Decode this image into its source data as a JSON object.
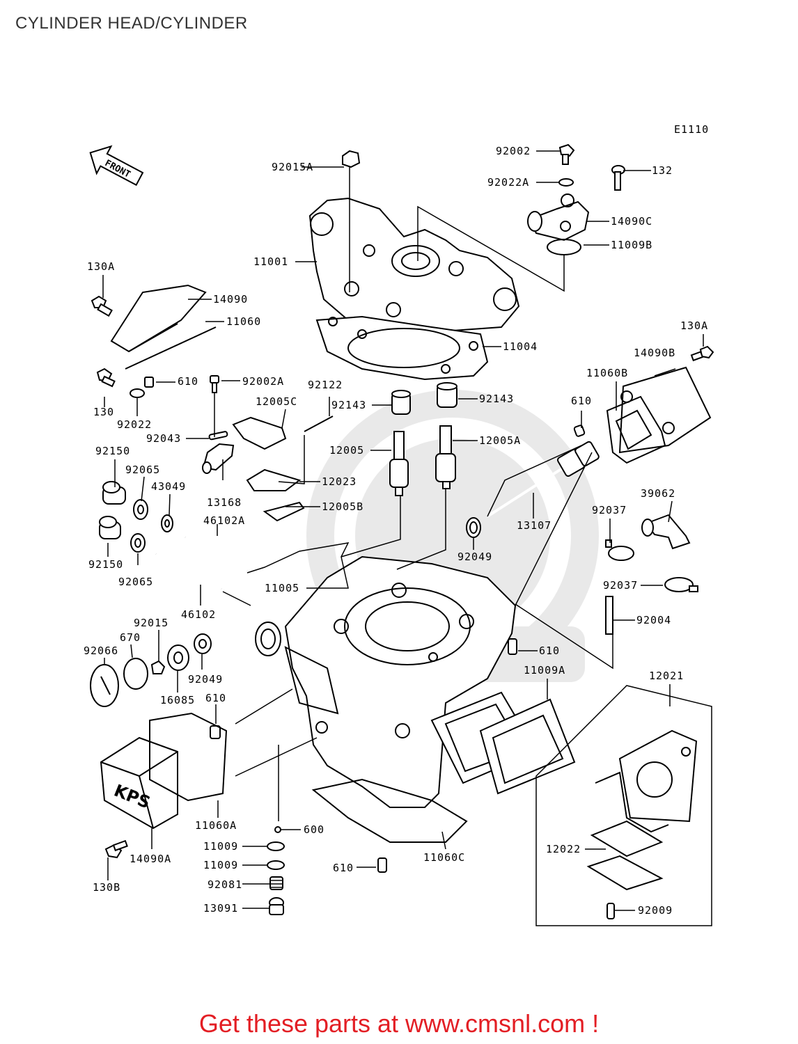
{
  "page": {
    "title": "CYLINDER HEAD/CYLINDER",
    "footer": "Get these parts at www.cmsnl.com !",
    "footer_color": "#e31e24"
  },
  "diagram": {
    "code": "E1110",
    "front_label": "FRONT",
    "housing_logo": "KPS",
    "parts": [
      {
        "id": "p-92002",
        "label": "92002"
      },
      {
        "id": "p-92015A",
        "label": "92015A"
      },
      {
        "id": "p-132",
        "label": "132"
      },
      {
        "id": "p-92022A",
        "label": "92022A"
      },
      {
        "id": "p-14090C",
        "label": "14090C"
      },
      {
        "id": "p-11009B",
        "label": "11009B"
      },
      {
        "id": "p-11001",
        "label": "11001"
      },
      {
        "id": "p-130A-1",
        "label": "130A"
      },
      {
        "id": "p-14090",
        "label": "14090"
      },
      {
        "id": "p-11060",
        "label": "11060"
      },
      {
        "id": "p-11004",
        "label": "11004"
      },
      {
        "id": "p-130A-2",
        "label": "130A"
      },
      {
        "id": "p-14090B",
        "label": "14090B"
      },
      {
        "id": "p-11060B",
        "label": "11060B"
      },
      {
        "id": "p-610-1",
        "label": "610"
      },
      {
        "id": "p-92002A",
        "label": "92002A"
      },
      {
        "id": "p-92122",
        "label": "92122"
      },
      {
        "id": "p-130",
        "label": "130"
      },
      {
        "id": "p-92022",
        "label": "92022"
      },
      {
        "id": "p-12005C",
        "label": "12005C"
      },
      {
        "id": "p-92143-1",
        "label": "92143"
      },
      {
        "id": "p-92143-2",
        "label": "92143"
      },
      {
        "id": "p-610-2",
        "label": "610"
      },
      {
        "id": "p-92043",
        "label": "92043"
      },
      {
        "id": "p-12005",
        "label": "12005"
      },
      {
        "id": "p-12005A",
        "label": "12005A"
      },
      {
        "id": "p-92150-1",
        "label": "92150"
      },
      {
        "id": "p-92065-1",
        "label": "92065"
      },
      {
        "id": "p-43049",
        "label": "43049"
      },
      {
        "id": "p-12023",
        "label": "12023"
      },
      {
        "id": "p-13168",
        "label": "13168"
      },
      {
        "id": "p-12005B",
        "label": "12005B"
      },
      {
        "id": "p-39062",
        "label": "39062"
      },
      {
        "id": "p-46102A",
        "label": "46102A"
      },
      {
        "id": "p-13107",
        "label": "13107"
      },
      {
        "id": "p-92037-1",
        "label": "92037"
      },
      {
        "id": "p-92150-2",
        "label": "92150"
      },
      {
        "id": "p-92065-2",
        "label": "92065"
      },
      {
        "id": "p-92049-1",
        "label": "92049"
      },
      {
        "id": "p-11005",
        "label": "11005"
      },
      {
        "id": "p-92037-2",
        "label": "92037"
      },
      {
        "id": "p-46102",
        "label": "46102"
      },
      {
        "id": "p-92015",
        "label": "92015"
      },
      {
        "id": "p-92004",
        "label": "92004"
      },
      {
        "id": "p-670",
        "label": "670"
      },
      {
        "id": "p-92066",
        "label": "92066"
      },
      {
        "id": "p-610-3",
        "label": "610"
      },
      {
        "id": "p-92049-2",
        "label": "92049"
      },
      {
        "id": "p-11009A",
        "label": "11009A"
      },
      {
        "id": "p-16085",
        "label": "16085"
      },
      {
        "id": "p-610-4",
        "label": "610"
      },
      {
        "id": "p-12021",
        "label": "12021"
      },
      {
        "id": "p-600",
        "label": "600"
      },
      {
        "id": "p-11060A",
        "label": "11060A"
      },
      {
        "id": "p-11009-1",
        "label": "11009"
      },
      {
        "id": "p-11060C",
        "label": "11060C"
      },
      {
        "id": "p-14090A",
        "label": "14090A"
      },
      {
        "id": "p-12022",
        "label": "12022"
      },
      {
        "id": "p-11009-2",
        "label": "11009"
      },
      {
        "id": "p-610-5",
        "label": "610"
      },
      {
        "id": "p-130B",
        "label": "130B"
      },
      {
        "id": "p-92081",
        "label": "92081"
      },
      {
        "id": "p-92009",
        "label": "92009"
      },
      {
        "id": "p-13091",
        "label": "13091"
      }
    ]
  }
}
